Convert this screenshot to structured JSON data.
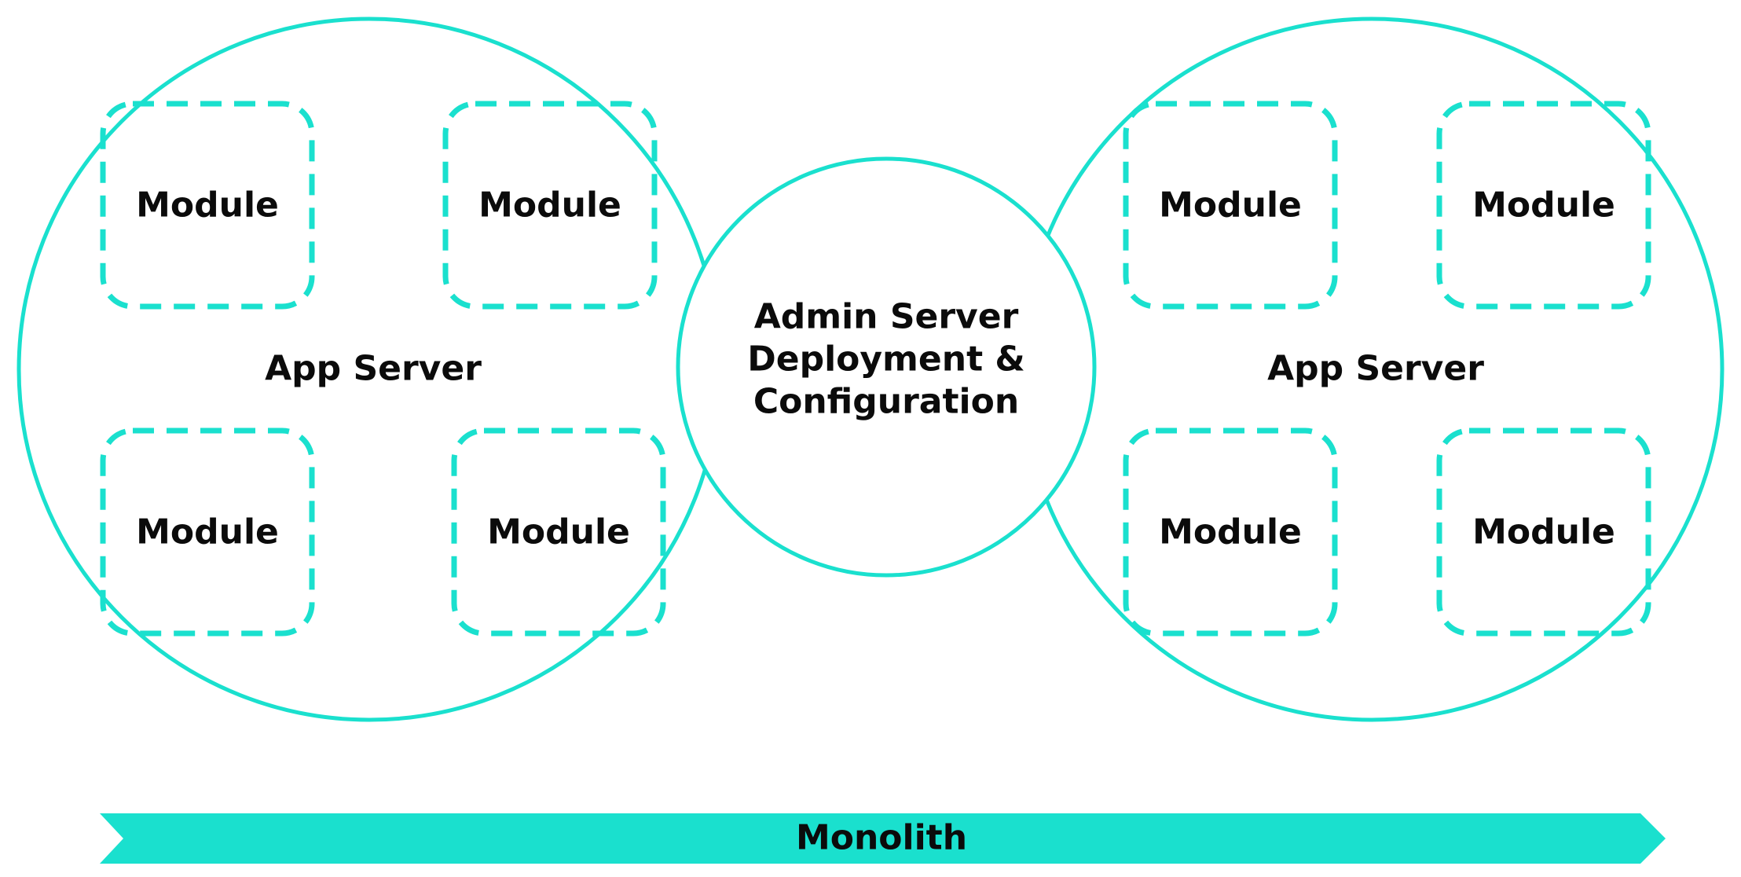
{
  "diagram": {
    "accent_color": "#1AE0CE",
    "text_color": "#0B0B0B",
    "left_app_server": {
      "label": "App Server",
      "modules": [
        "Module",
        "Module",
        "Module",
        "Module"
      ]
    },
    "right_app_server": {
      "label": "App Server",
      "modules": [
        "Module",
        "Module",
        "Module",
        "Module"
      ]
    },
    "admin_server": {
      "label_lines": [
        "Admin Server",
        "Deployment &",
        "Configuration"
      ]
    },
    "monolith_banner": {
      "label": "Monolith"
    }
  }
}
